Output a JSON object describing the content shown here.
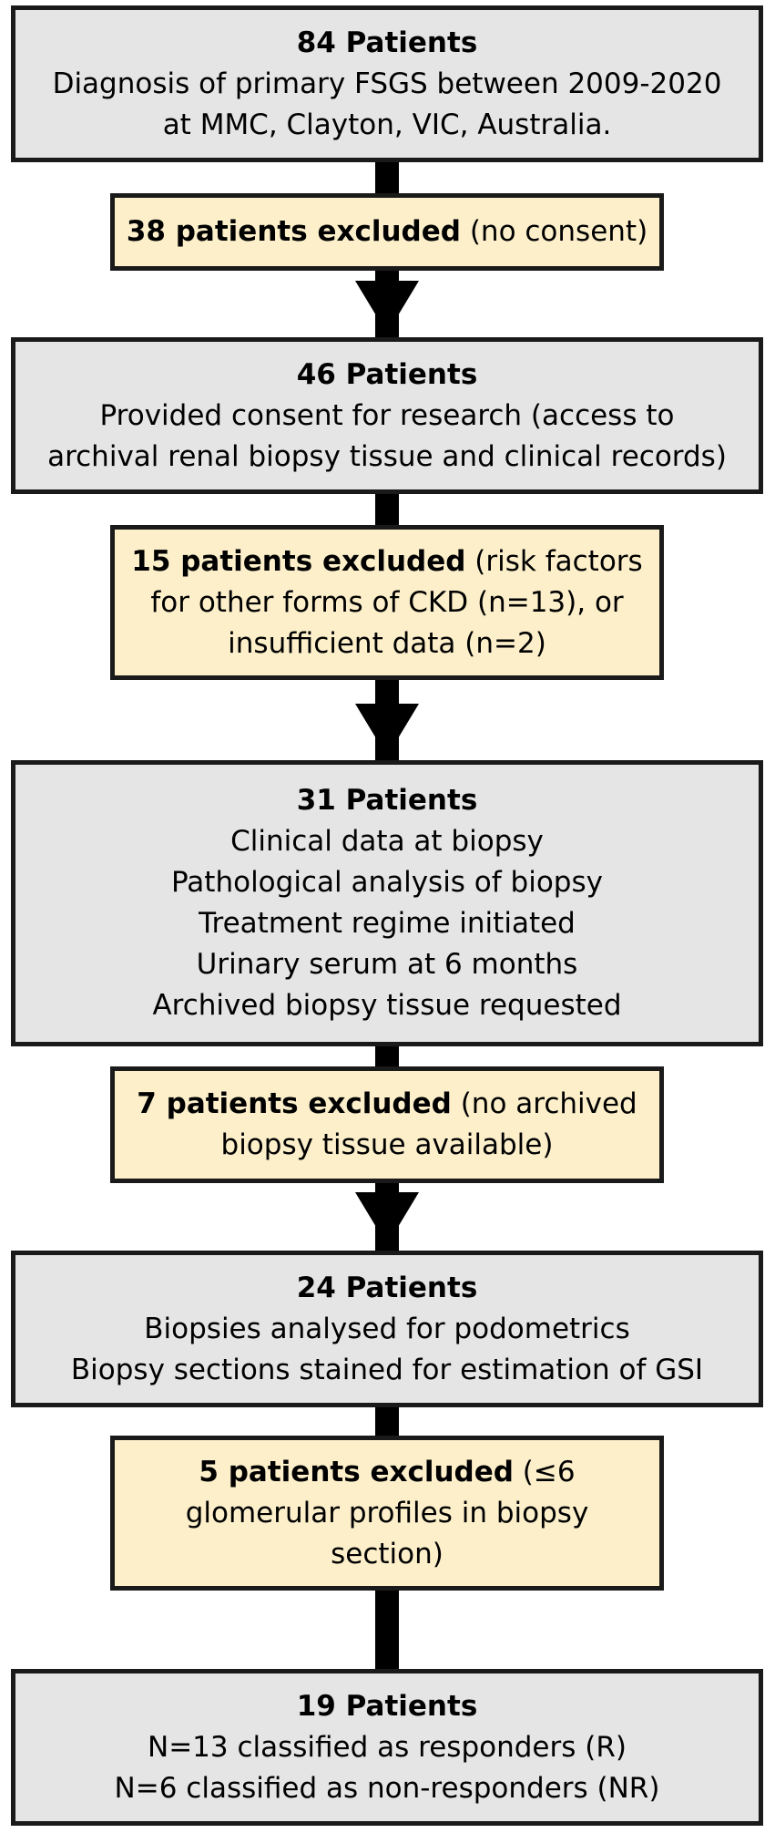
{
  "flow": {
    "stage1": {
      "heading": "84 Patients",
      "lines": [
        "Diagnosis of primary FSGS between 2009-2020",
        "at MMC, Clayton, VIC, Australia."
      ]
    },
    "exclusion1": {
      "count": "38 patients excluded",
      "reason_lines": [
        " (no consent)"
      ]
    },
    "stage2": {
      "heading": "46 Patients",
      "lines": [
        "Provided consent for research (access to",
        "archival renal biopsy tissue and clinical records)"
      ]
    },
    "exclusion2": {
      "count": "15 patients excluded",
      "reason_lines": [
        " (risk factors",
        "for other forms of CKD (n=13), or",
        "insufficient data (n=2)"
      ]
    },
    "stage3": {
      "heading": "31 Patients",
      "lines": [
        "Clinical data at biopsy",
        "Pathological analysis of biopsy",
        "Treatment regime initiated",
        "Urinary serum at 6 months",
        "Archived biopsy tissue requested"
      ]
    },
    "exclusion3": {
      "count": "7 patients excluded",
      "reason_lines": [
        " (no archived",
        "biopsy tissue available)"
      ]
    },
    "stage4": {
      "heading": "24 Patients",
      "lines": [
        "Biopsies analysed for podometrics",
        "Biopsy sections stained for estimation of GSI"
      ]
    },
    "exclusion4": {
      "count": "5 patients excluded",
      "reason_lines": [
        " (≤6",
        "glomerular profiles in biopsy",
        "section)"
      ]
    },
    "stage5": {
      "heading": "19 Patients",
      "lines": [
        "N=13 classified as responders (R)",
        "N=6 classified as non-responders (NR)"
      ]
    }
  },
  "colors": {
    "patient_box_fill": "#e5e5e5",
    "exclusion_box_fill": "#fcefca",
    "border": "#1a1a1a",
    "arrow": "#000000"
  }
}
